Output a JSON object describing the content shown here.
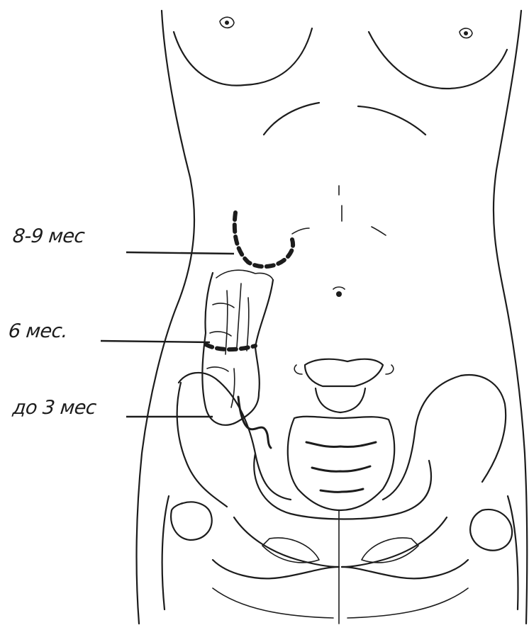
{
  "labels": {
    "month_8_9": "8-9 мес",
    "month_6": "6 мес.",
    "up_to_3": "до 3 мес"
  },
  "colors": {
    "ink": "#1c1c1c",
    "paper": "#ffffff"
  }
}
